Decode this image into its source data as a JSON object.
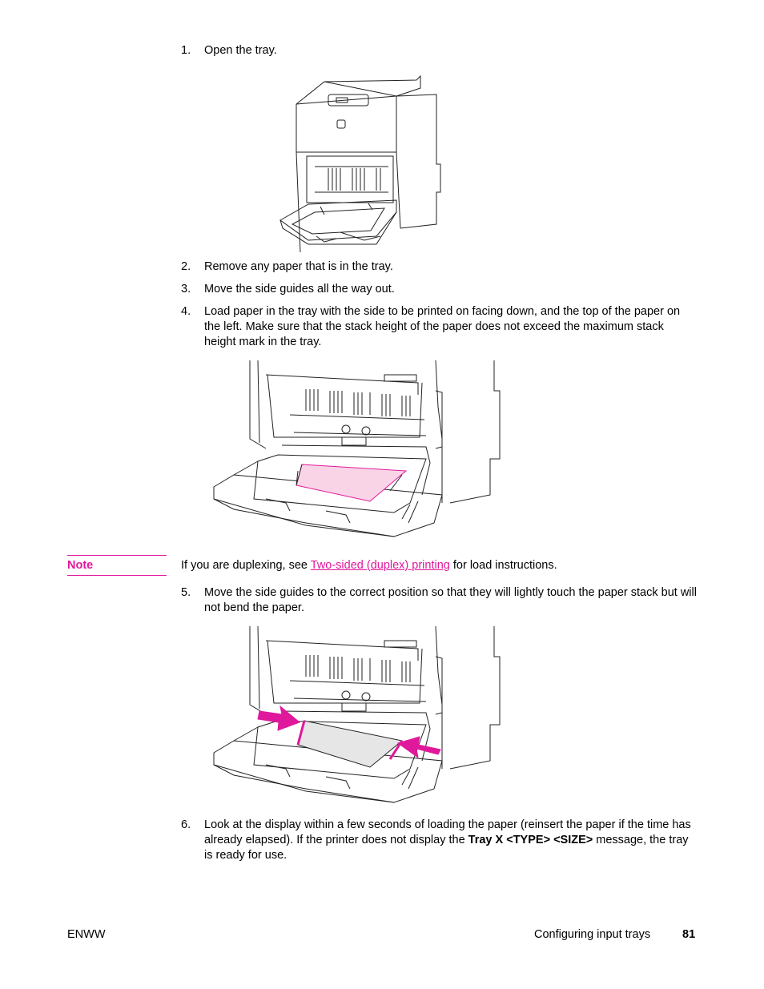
{
  "steps": [
    {
      "num": "1.",
      "text": "Open the tray."
    },
    {
      "num": "2.",
      "text": "Remove any paper that is in the tray."
    },
    {
      "num": "3.",
      "text": "Move the side guides all the way out."
    },
    {
      "num": "4.",
      "text": "Load paper in the tray with the side to be printed on facing down, and the top of the paper on the left. Make sure that the stack height of the paper does not exceed the maximum stack height mark in the tray."
    },
    {
      "num": "5.",
      "text": "Move the side guides to the correct position so that they will lightly touch the paper stack but will not bend the paper."
    },
    {
      "num": "6.",
      "text_before": "Look at the display within a few seconds of loading the paper (reinsert the paper if the time has already elapsed). If the printer does not display the ",
      "text_bold": "Tray X <TYPE> <SIZE>",
      "text_after": " message, the tray is ready for use."
    }
  ],
  "note": {
    "label": "Note",
    "text_before": "If you are duplexing, see ",
    "link": "Two-sided (duplex) printing",
    "text_after": " for load instructions."
  },
  "footer": {
    "left": "ENWW",
    "section": "Configuring input trays",
    "page_number": "81"
  },
  "colors": {
    "accent": "#e0189c",
    "paper_pink": "#f9d3e6",
    "paper_gray": "#e6e6e6"
  }
}
